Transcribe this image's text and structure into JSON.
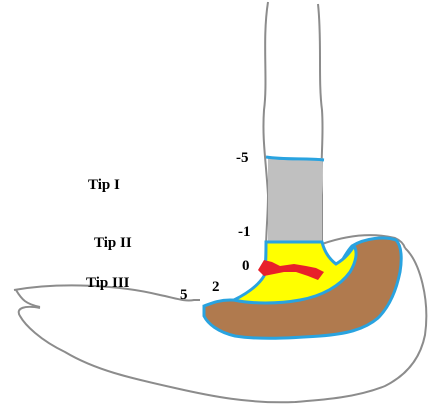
{
  "labels": {
    "type_1": "Tip I",
    "type_2": "Tip II",
    "type_3": "Tip III"
  },
  "levels": {
    "minus5": "-5",
    "minus1": "-1",
    "zero": "0",
    "two": "2",
    "five": "5"
  },
  "colors": {
    "outline": "#8c8c8c",
    "border": "#29a3e0",
    "gray_fill": "#c0c0c0",
    "yellow_fill": "#ffff00",
    "red_fill": "#e8202a",
    "brown_fill": "#b07a4e"
  }
}
